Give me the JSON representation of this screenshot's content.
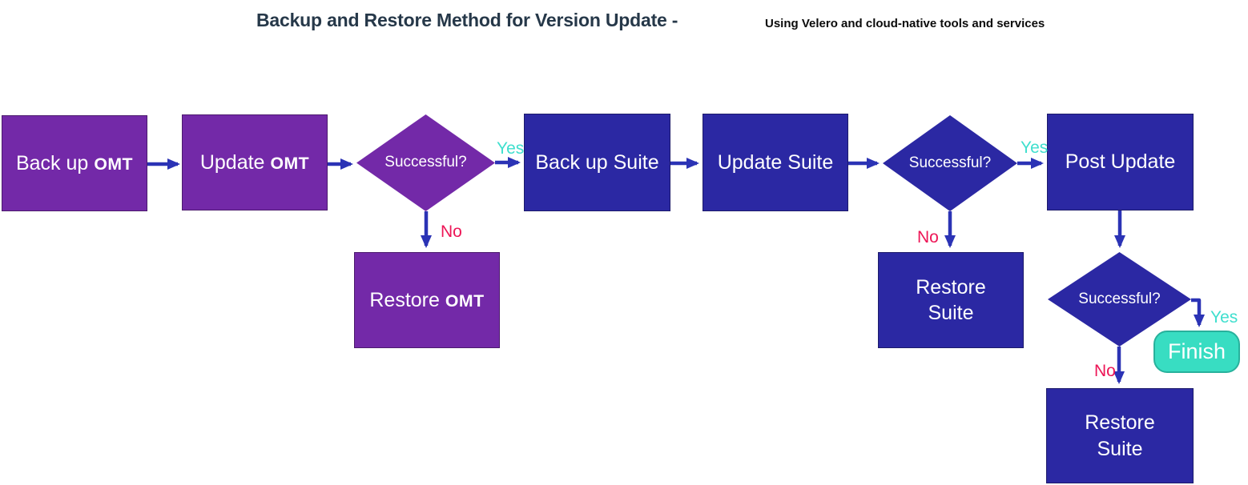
{
  "title": {
    "main": "Backup and Restore Method for Version Update -",
    "subtitle": "Using Velero and cloud-native tools and services"
  },
  "colors": {
    "purple": "#7329A8",
    "blue": "#2B28A3",
    "arrow": "#2B33B5",
    "teal": "#38DDC2",
    "yes_label": "#3FDFCE",
    "no_label": "#ED1556",
    "title_text": "#263849",
    "subtitle_text": "#0B0B0B",
    "node_text": "#FFFFFF",
    "background": "#FFFFFF"
  },
  "nodes": {
    "backup_omt": {
      "text": "Back up",
      "acronym": "OMT"
    },
    "update_omt": {
      "text": "Update",
      "acronym": "OMT"
    },
    "decision_omt": {
      "text": "Successful?"
    },
    "restore_omt": {
      "text": "Restore",
      "acronym": "OMT"
    },
    "backup_suite": {
      "text": "Back up Suite"
    },
    "update_suite": {
      "text": "Update Suite"
    },
    "decision_suite": {
      "text": "Successful?"
    },
    "restore_suite_mid": {
      "line1": "Restore",
      "line2": "Suite"
    },
    "post_update": {
      "text": "Post Update"
    },
    "decision_post": {
      "text": "Successful?"
    },
    "finish": {
      "text": "Finish"
    },
    "restore_suite_bottom": {
      "line1": "Restore",
      "line2": "Suite"
    }
  },
  "edge_labels": {
    "yes": "Yes",
    "no": "No"
  }
}
